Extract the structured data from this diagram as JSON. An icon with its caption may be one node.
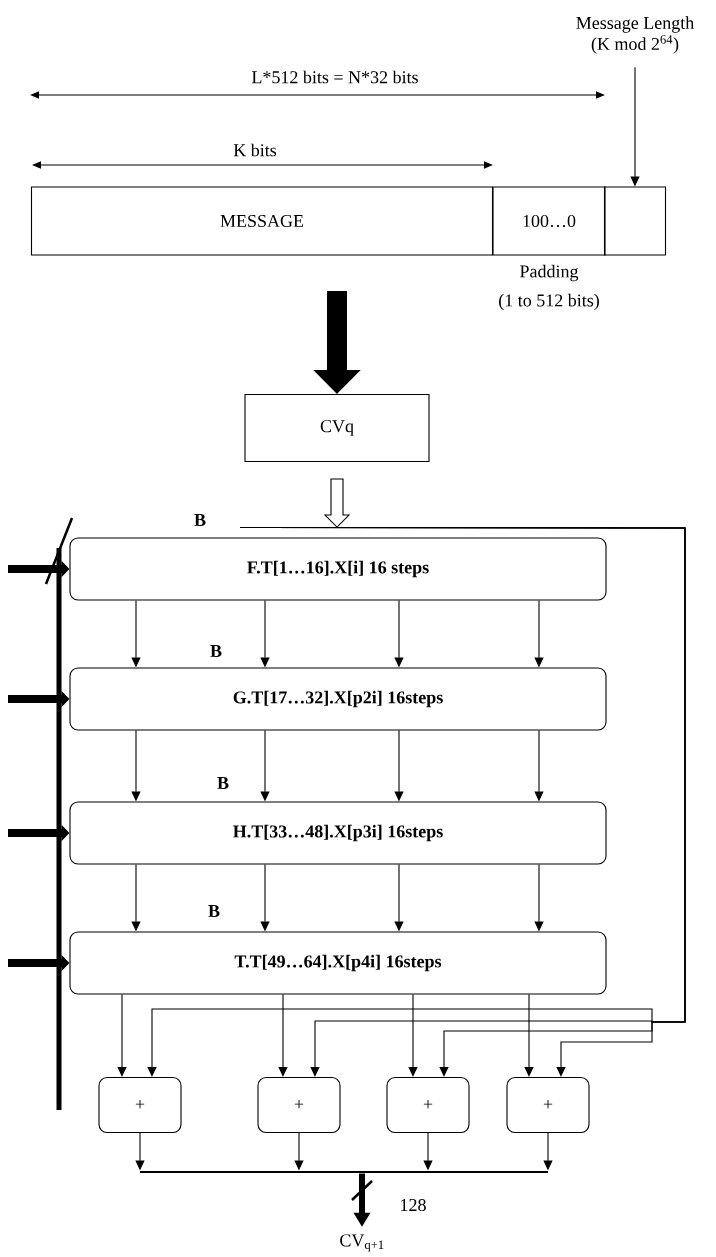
{
  "diagram": {
    "nodes": [
      {
        "text": [
          "MESSAGE"
        ]
      },
      {
        "text": [
          "100…0"
        ],
        "beside": [
          "Padding",
          "(1 to 512 bits)"
        ]
      },
      {
        "text": [],
        "shape": "box"
      },
      {
        "text": [
          "Message Length",
          "(K mod 2$^{64}$)"
        ]
      },
      {
        "text": [
          "CVq"
        ]
      },
      {
        "text": [
          "F.T[1…16].X[i]     16 steps"
        ]
      },
      {
        "text": [
          "G.T[17…32].X[p2i]    16steps"
        ]
      },
      {
        "text": [
          "H.T[33…48].X[p3i]    16steps"
        ]
      },
      {
        "text": [
          "T.T[49…64].X[p4i]   16steps"
        ]
      },
      {
        "text": [
          "+"
        ]
      },
      {
        "text": [
          "+"
        ]
      },
      {
        "text": [
          "+"
        ]
      },
      {
        "text": [
          "+"
        ]
      },
      {
        "text": [],
        "shape": "bar"
      },
      {
        "text": [
          "CV$_{q+1}$"
        ]
      }
    ],
    "edges": [
      {
        "from": 3,
        "to": 2,
        "arrow": "to"
      },
      {
        "from": null,
        "to": 4,
        "arrow": "to",
        "style": "thick"
      },
      {
        "from": 4,
        "to": 5,
        "arrow": "to"
      },
      {
        "from": null,
        "to": 5,
        "arrow": "to",
        "style": "thick"
      },
      {
        "from": null,
        "to": 6,
        "arrow": "to",
        "style": "thick"
      },
      {
        "from": null,
        "to": 7,
        "arrow": "to",
        "style": "thick"
      },
      {
        "from": null,
        "to": 8,
        "arrow": "to",
        "style": "thick"
      },
      {
        "from": 5,
        "to": 6,
        "arrow": "to"
      },
      {
        "from": 5,
        "to": 6,
        "arrow": "to"
      },
      {
        "from": 5,
        "to": 6,
        "arrow": "to"
      },
      {
        "from": 5,
        "to": 6,
        "arrow": "to"
      },
      {
        "from": 6,
        "to": 7,
        "arrow": "to"
      },
      {
        "from": 6,
        "to": 7,
        "arrow": "to"
      },
      {
        "from": 6,
        "to": 7,
        "arrow": "to"
      },
      {
        "from": 6,
        "to": 7,
        "arrow": "to"
      },
      {
        "from": 7,
        "to": 8,
        "arrow": "to"
      },
      {
        "from": 7,
        "to": 8,
        "arrow": "to"
      },
      {
        "from": 7,
        "to": 8,
        "arrow": "to"
      },
      {
        "from": 7,
        "to": 8,
        "arrow": "to"
      },
      {
        "from": 8,
        "to": 9,
        "arrow": "to"
      },
      {
        "from": 8,
        "to": 10,
        "arrow": "to"
      },
      {
        "from": 8,
        "to": 11,
        "arrow": "to"
      },
      {
        "from": 8,
        "to": 12,
        "arrow": "to"
      },
      {
        "from": 5,
        "to": 9,
        "arrow": "to"
      },
      {
        "from": 5,
        "to": 10,
        "arrow": "to"
      },
      {
        "from": 5,
        "to": 11,
        "arrow": "to"
      },
      {
        "from": 5,
        "to": 12,
        "arrow": "to"
      },
      {
        "from": 9,
        "to": 13,
        "arrow": "to"
      },
      {
        "from": 10,
        "to": 13,
        "arrow": "to"
      },
      {
        "from": 11,
        "to": 13,
        "arrow": "to"
      },
      {
        "from": 12,
        "to": 13,
        "arrow": "to"
      },
      {
        "from": 13,
        "to": 14,
        "arrow": "to",
        "style": "thick",
        "label": "128"
      }
    ],
    "labels": [
      "L*512 bits = N*32 bits",
      "K bits",
      "B",
      "B",
      "B",
      "B"
    ]
  }
}
